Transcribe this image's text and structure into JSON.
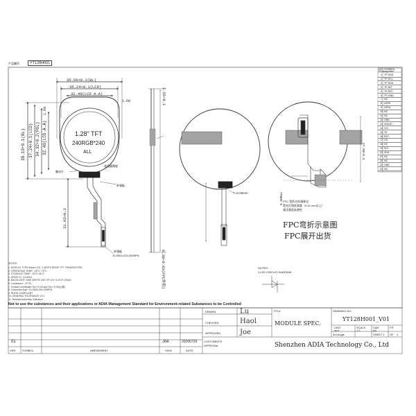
{
  "drawing": {
    "part_label_prefix": "产品编号",
    "part_number_box": "YT128H001",
    "lcd_title": "1.28\" TFT",
    "lcd_resolution": "240RGB*240",
    "lcd_all": "ALL",
    "dim_top_1": "35.60+0.1(BL)",
    "dim_top_2": "35.24+0.1(LCD)",
    "dim_top_3": "32.40(LCD A.A)",
    "dim_top_offset_left": "1.60",
    "dim_top_offset_right": "1.60",
    "dim_left_1": "38.10+0.1(BL)",
    "dim_left_2": "37.24+0.1(LCD)",
    "dim_left_3": "34.32+0.2(POL)",
    "dim_left_4": "32.40(LCD A.A)",
    "dim_fpc_length": "31.93+0.3",
    "dim_thickness": "1.55+0.1",
    "dim_side_bottom": "0.30+0.03(FPC外形)",
    "dim_fpc_thickness": "T=0.25mm",
    "dim_side_right": "27.00+0.3",
    "dim_bend_radius": "0.90Max",
    "label_polarizer": "偏光片",
    "label_connector": "连接器厚度",
    "label_stiffener_1": "补强板",
    "label_stiffener_2": "补强板",
    "label_connector_part": "10-0504-024-0005PN",
    "fpc_bend_note_1": "FPC弯折示意图",
    "fpc_bend_note_2": "FPC展开出货",
    "fpc_small_note_1": "FPC 弯折方向请参见",
    "fpc_small_note_2": "背光灯线处高度（0.40 mm以上）",
    "fpc_small_note_3": "请注意此处避空"
  },
  "notes": {
    "title": "NOTES:",
    "lines": [
      "1. DISPLAY TYPE:Wave LCD, 1.28\"IPS DRIVE TFT TRANSISTORS",
      "2. OPERATING TEMP: -20°C~70°C",
      "3. STORAGE TEMP: -30°C~80°C",
      "4. DRIVE IC: GC9A01",
      "5. BACKLIGHT: SIDE-WHITE LED VF=3.0~3.2V IF=20mA",
      "6. Luminance: -(TYP)",
      "7. Contact coordinate:Tol=+0.03,and Tol=+0.05(公差)",
      "8. Connector type: 10-0504-024-0005PN",
      "9. ROHS COMPLIANT",
      "10. GENERAL TOLERANCE ±0.2",
      "11. Remark:Assembly Tolerance"
    ],
    "circuit_title": "NOTES:",
    "circuit_label": "1.LED CIRCUIT DIAGRAM"
  },
  "pin_table": {
    "header_no": "NO",
    "header_symbol": "SYMBOL",
    "header_sub": "Pin Assignment",
    "rows": [
      {
        "no": "1",
        "symbol": "TP-VDD"
      },
      {
        "no": "2",
        "symbol": "TP-SCL"
      },
      {
        "no": "3",
        "symbol": "TP-SDA"
      },
      {
        "no": "4",
        "symbol": "TP-INT"
      },
      {
        "no": "5",
        "symbol": "TP-RST"
      },
      {
        "no": "6",
        "symbol": "TP-GND"
      },
      {
        "no": "7",
        "symbol": "NC"
      },
      {
        "no": "8",
        "symbol": "LEDK"
      },
      {
        "no": "9",
        "symbol": "LEDA"
      },
      {
        "no": "10",
        "symbol": "NC"
      },
      {
        "no": "11",
        "symbol": "NC"
      },
      {
        "no": "12",
        "symbol": "GND"
      },
      {
        "no": "13",
        "symbol": "VDDIO"
      },
      {
        "no": "14",
        "symbol": "VCI"
      },
      {
        "no": "15",
        "symbol": "TE"
      },
      {
        "no": "16",
        "symbol": "RST"
      },
      {
        "no": "17",
        "symbol": "CS"
      },
      {
        "no": "18",
        "symbol": "DC"
      },
      {
        "no": "19",
        "symbol": "SCL"
      },
      {
        "no": "20",
        "symbol": "SDA"
      },
      {
        "no": "21",
        "symbol": "NC"
      },
      {
        "no": "22",
        "symbol": "NC"
      },
      {
        "no": "23",
        "symbol": "GND"
      },
      {
        "no": "24",
        "symbol": "NC"
      }
    ]
  },
  "compliance_note": "Not to use the substances and their applications or ADIA Management Standard for Environment-related Substances to be Controlled",
  "title_block": {
    "drawn_label": "DRAWN",
    "drawn_value": "Lu",
    "checked_label": "CHECKED",
    "checked_value": "Haol",
    "approved_label": "APPROVED",
    "approved_value": "Joe",
    "title_label": "TITLE",
    "title_value": "MODULE SPEC.",
    "drawing_no_label": "DRAWING NO.",
    "drawing_no_value": "YT128H001_V01",
    "unit_label": "UNIT",
    "scale_label": "SCALE",
    "size_label": "SIZE",
    "fit_label": "FIT",
    "unit_value": "mm",
    "scale_value": "1:1",
    "size_value": "A4",
    "angle_label": "3rd Angle",
    "sheet_label": "SHEET",
    "sheet_value": "1",
    "of_label": "OF",
    "of_value": "1",
    "revision": "01",
    "rev_signer": "Joe",
    "rev_date": "20200729",
    "customer_label_1": "CUSTOMER'S",
    "customer_label_2": "APPROVAL",
    "ver_label": "VER.",
    "symbol_label": "SYMBOL",
    "amendment_label": "AMENDMENT",
    "sign_label": "SIGN",
    "date_label": "DATE",
    "company": "Shenzhen ADIA Technology Co., Ltd"
  },
  "colors": {
    "line": "#333333",
    "dim": "#555555",
    "fpc_dark": "#222222",
    "stiffener": "#9a9a9a"
  }
}
